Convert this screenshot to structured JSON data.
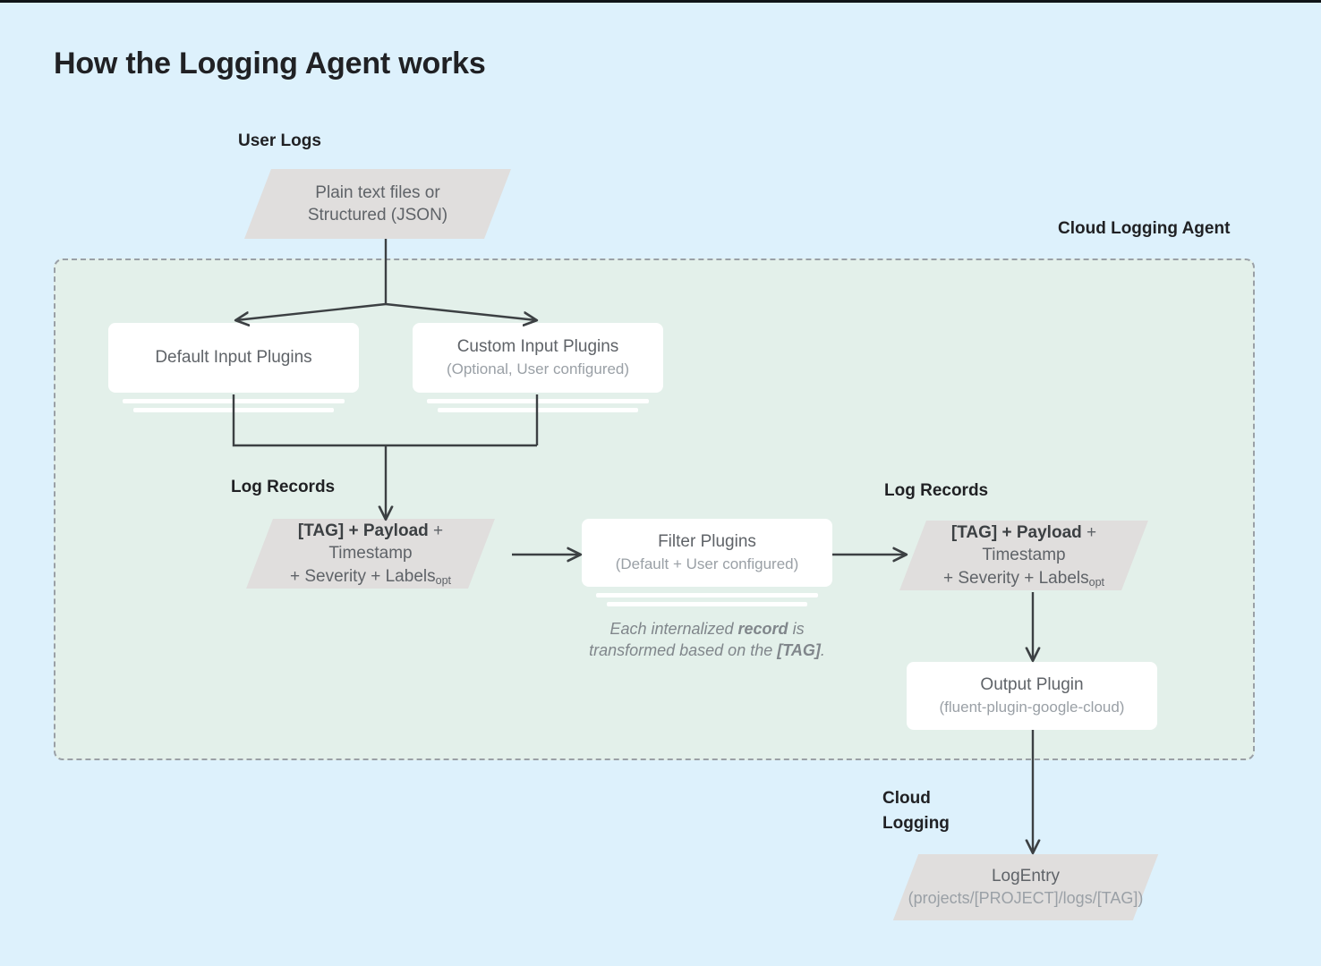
{
  "page": {
    "title": "How the Logging Agent works",
    "bg_outer": "#ddf1fc",
    "bg_agent": "#e3f0ea",
    "shape_fill": "#e0dedd",
    "card_fill": "#ffffff",
    "text_primary": "#202124",
    "text_secondary": "#5f6368",
    "text_muted": "#9aa0a6",
    "wire_color": "#3c4043",
    "dash_color": "#9aa0a6"
  },
  "labels": {
    "user_logs": "User Logs",
    "cloud_logging_agent": "Cloud Logging Agent",
    "log_records_left": "Log Records",
    "log_records_right": "Log Records",
    "cloud_logging": "Cloud\nLogging"
  },
  "nodes": {
    "user_logs_source": {
      "shape": "parallelogram",
      "line1": "Plain text files or",
      "line2": "Structured (JSON)"
    },
    "default_input_plugins": {
      "shape": "card-stack",
      "title": "Default Input Plugins",
      "subtitle": ""
    },
    "custom_input_plugins": {
      "shape": "card-stack",
      "title": "Custom Input Plugins",
      "subtitle": "(Optional, User configured)"
    },
    "log_record_left": {
      "shape": "parallelogram",
      "bold_part": "[TAG] + Payload",
      "line1_rest": " + Timestamp",
      "line2": "+ Severity + Labels",
      "line2_sub": "opt"
    },
    "filter_plugins": {
      "shape": "card-stack",
      "title": "Filter Plugins",
      "subtitle": "(Default + User configured)"
    },
    "log_record_right": {
      "shape": "parallelogram",
      "bold_part": "[TAG] + Payload",
      "line1_rest": " + Timestamp",
      "line2": "+ Severity + Labels",
      "line2_sub": "opt"
    },
    "output_plugin": {
      "shape": "card",
      "title": "Output Plugin",
      "subtitle": "(fluent-plugin-google-cloud)"
    },
    "log_entry": {
      "shape": "parallelogram",
      "title": "LogEntry",
      "subtitle": "(projects/[PROJECT]/logs/[TAG])"
    }
  },
  "caption": {
    "part1": "Each internalized ",
    "bold1": "record",
    "part2": " is transformed based on the ",
    "bold2": "[TAG]",
    "part3": "."
  }
}
